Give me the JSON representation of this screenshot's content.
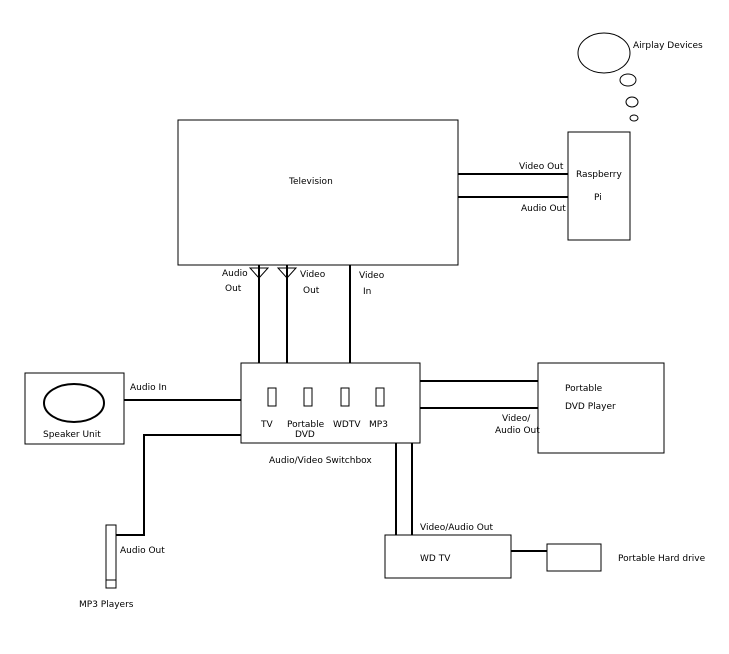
{
  "colors": {
    "line": "#000000",
    "background": "#ffffff"
  },
  "nodes": {
    "television": "Television",
    "raspberry_pi": [
      "Raspberry",
      "Pi"
    ],
    "airplay_devices": "Airplay Devices",
    "switchbox": "Audio/Video Switchbox",
    "speaker_unit": "Speaker Unit",
    "portable_dvd_player": [
      "Portable",
      "DVD Player"
    ],
    "wd_tv": "WD TV",
    "portable_hard_drive": "Portable Hard drive",
    "mp3_players": "MP3 Players"
  },
  "switchbox_inputs": {
    "tv": "TV",
    "portable_dvd": [
      "Portable",
      "DVD"
    ],
    "wdtv": "WDTV",
    "mp3": "MP3"
  },
  "connections": {
    "pi_video_out": "Video Out",
    "pi_audio_out": "Audio Out",
    "tv_audio_out": [
      "Audio",
      "Out"
    ],
    "tv_video_out": [
      "Video",
      "Out"
    ],
    "tv_video_in": [
      "Video",
      "In"
    ],
    "speaker_audio_in": "Audio In",
    "dvd_video_audio_out": [
      "Video/",
      "Audio Out"
    ],
    "wdtv_video_audio_out": "Video/Audio Out",
    "mp3_audio_out": "Audio Out"
  }
}
